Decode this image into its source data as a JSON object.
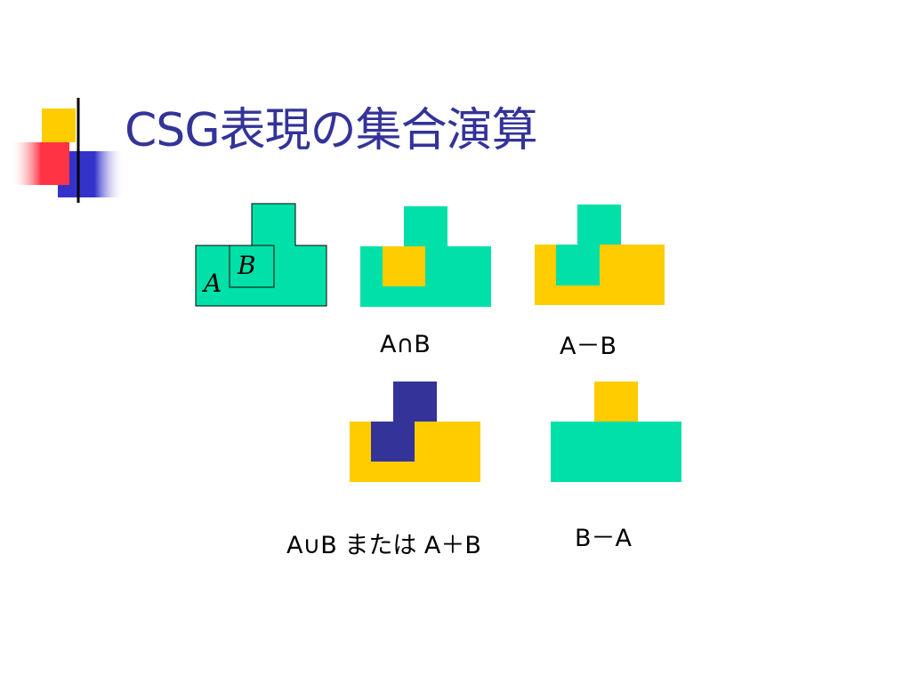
{
  "slide": {
    "title": "CSG表現の集合演算",
    "title_color": "#333399",
    "colors": {
      "teal": "#00E0A8",
      "yellow": "#FFCC00",
      "navy": "#333399",
      "red": "#FF3344",
      "outline": "#000000"
    }
  },
  "diagram": {
    "original": {
      "label_a": "A",
      "label_b": "B"
    },
    "operations": {
      "intersection": {
        "label": "A∩B"
      },
      "a_minus_b": {
        "label": "A－B"
      },
      "union": {
        "label": "A∪B または A＋B"
      },
      "b_minus_a": {
        "label": "B－A"
      }
    }
  }
}
